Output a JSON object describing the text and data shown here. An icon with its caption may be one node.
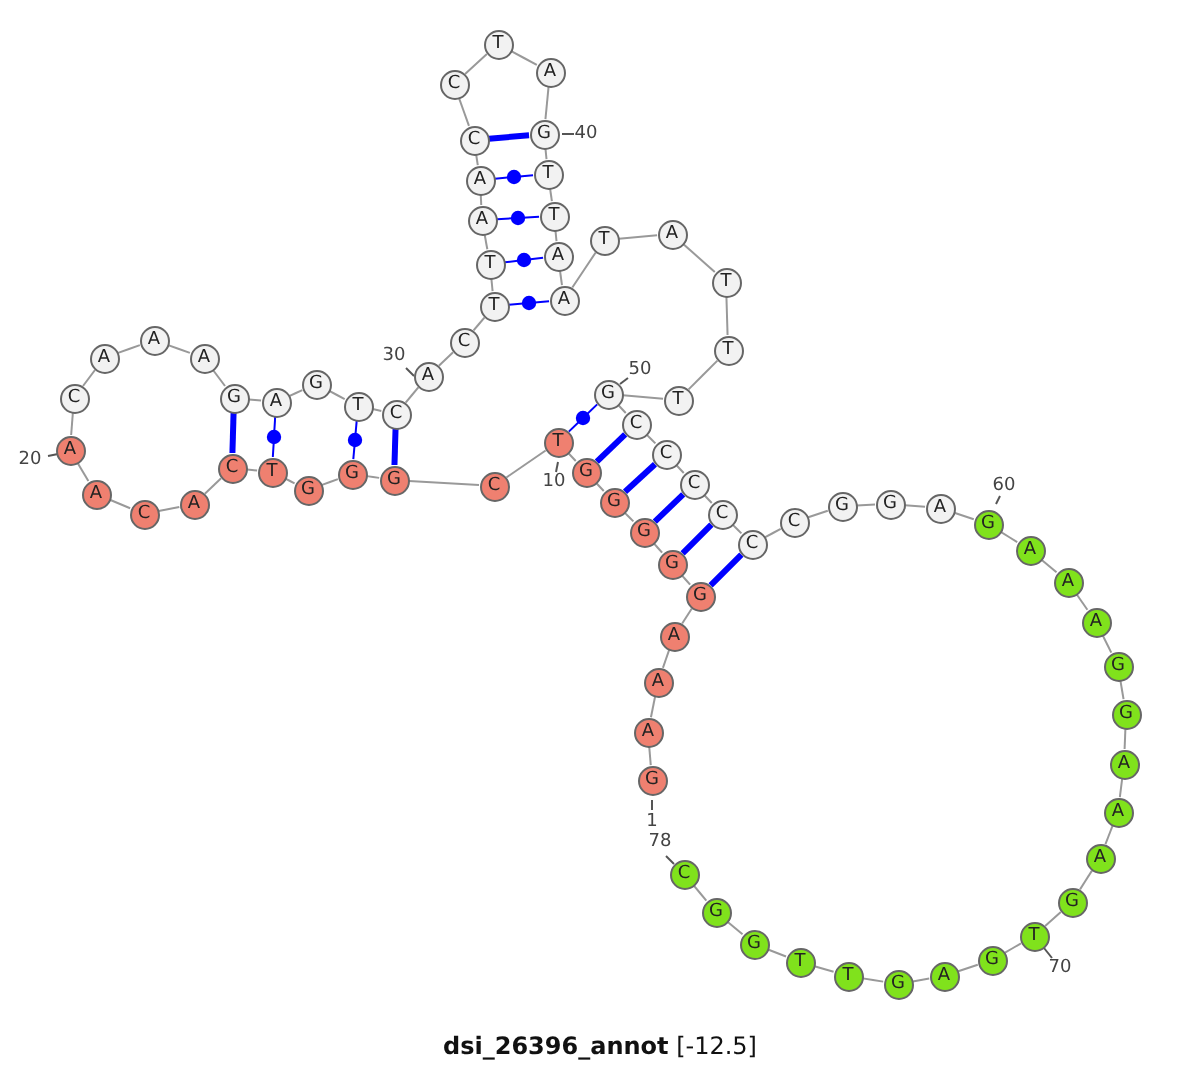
{
  "diagram": {
    "title": "**dsi_26396_annot** [-12.5]",
    "nodes": [
      {
        "text": [
          "G"
        ],
        "beside": [
          "1"
        ]
      },
      {
        "text": [
          "A"
        ]
      },
      {
        "text": [
          "A"
        ]
      },
      {
        "text": [
          "A"
        ]
      },
      {
        "text": [
          "G"
        ]
      },
      {
        "text": [
          "G"
        ]
      },
      {
        "text": [
          "G"
        ]
      },
      {
        "text": [
          "G"
        ]
      },
      {
        "text": [
          "G"
        ]
      },
      {
        "text": [
          "T"
        ],
        "beside": [
          "10"
        ]
      },
      {
        "text": [
          "C"
        ]
      },
      {
        "text": [
          "G"
        ]
      },
      {
        "text": [
          "G"
        ]
      },
      {
        "text": [
          "G"
        ]
      },
      {
        "text": [
          "T"
        ]
      },
      {
        "text": [
          "C"
        ]
      },
      {
        "text": [
          "A"
        ]
      },
      {
        "text": [
          "C"
        ]
      },
      {
        "text": [
          "A"
        ]
      },
      {
        "text": [
          "A"
        ],
        "beside": [
          "20"
        ]
      },
      {
        "text": [
          "C"
        ]
      },
      {
        "text": [
          "A"
        ]
      },
      {
        "text": [
          "A"
        ]
      },
      {
        "text": [
          "A"
        ]
      },
      {
        "text": [
          "G"
        ]
      },
      {
        "text": [
          "A"
        ]
      },
      {
        "text": [
          "G"
        ]
      },
      {
        "text": [
          "T"
        ]
      },
      {
        "text": [
          "C"
        ]
      },
      {
        "text": [
          "A"
        ],
        "beside": [
          "30"
        ]
      },
      {
        "text": [
          "C"
        ]
      },
      {
        "text": [
          "T"
        ]
      },
      {
        "text": [
          "T"
        ]
      },
      {
        "text": [
          "A"
        ]
      },
      {
        "text": [
          "A"
        ]
      },
      {
        "text": [
          "C"
        ]
      },
      {
        "text": [
          "C"
        ]
      },
      {
        "text": [
          "T"
        ]
      },
      {
        "text": [
          "A"
        ]
      },
      {
        "text": [
          "G"
        ],
        "beside": [
          "40"
        ]
      },
      {
        "text": [
          "T"
        ]
      },
      {
        "text": [
          "T"
        ]
      },
      {
        "text": [
          "A"
        ]
      },
      {
        "text": [
          "A"
        ]
      },
      {
        "text": [
          "T"
        ]
      },
      {
        "text": [
          "A"
        ]
      },
      {
        "text": [
          "T"
        ]
      },
      {
        "text": [
          "T"
        ]
      },
      {
        "text": [
          "T"
        ]
      },
      {
        "text": [
          "G"
        ],
        "beside": [
          "50"
        ]
      },
      {
        "text": [
          "C"
        ]
      },
      {
        "text": [
          "C"
        ]
      },
      {
        "text": [
          "C"
        ]
      },
      {
        "text": [
          "C"
        ]
      },
      {
        "text": [
          "C"
        ]
      },
      {
        "text": [
          "C"
        ]
      },
      {
        "text": [
          "G"
        ]
      },
      {
        "text": [
          "G"
        ]
      },
      {
        "text": [
          "A"
        ]
      },
      {
        "text": [
          "G"
        ],
        "beside": [
          "60"
        ]
      },
      {
        "text": [
          "A"
        ]
      },
      {
        "text": [
          "A"
        ]
      },
      {
        "text": [
          "A"
        ]
      },
      {
        "text": [
          "G"
        ]
      },
      {
        "text": [
          "G"
        ]
      },
      {
        "text": [
          "A"
        ]
      },
      {
        "text": [
          "A"
        ]
      },
      {
        "text": [
          "A"
        ]
      },
      {
        "text": [
          "G"
        ]
      },
      {
        "text": [
          "T"
        ],
        "beside": [
          "70"
        ]
      },
      {
        "text": [
          "G"
        ]
      },
      {
        "text": [
          "A"
        ]
      },
      {
        "text": [
          "G"
        ]
      },
      {
        "text": [
          "T"
        ]
      },
      {
        "text": [
          "T"
        ]
      },
      {
        "text": [
          "G"
        ]
      },
      {
        "text": [
          "G"
        ]
      },
      {
        "text": [
          "C"
        ],
        "beside": [
          "78"
        ]
      }
    ],
    "edges": [
      {
        "from": 0,
        "to": 1,
        "arrow": "none"
      },
      {
        "from": 1,
        "to": 2,
        "arrow": "none"
      },
      {
        "from": 2,
        "to": 3,
        "arrow": "none"
      },
      {
        "from": 3,
        "to": 4,
        "arrow": "none"
      },
      {
        "from": 4,
        "to": 5,
        "arrow": "none"
      },
      {
        "from": 5,
        "to": 6,
        "arrow": "none"
      },
      {
        "from": 6,
        "to": 7,
        "arrow": "none"
      },
      {
        "from": 7,
        "to": 8,
        "arrow": "none"
      },
      {
        "from": 8,
        "to": 9,
        "arrow": "none"
      },
      {
        "from": 9,
        "to": 10,
        "arrow": "none"
      },
      {
        "from": 10,
        "to": 11,
        "arrow": "none"
      },
      {
        "from": 11,
        "to": 12,
        "arrow": "none"
      },
      {
        "from": 12,
        "to": 13,
        "arrow": "none"
      },
      {
        "from": 13,
        "to": 14,
        "arrow": "none"
      },
      {
        "from": 14,
        "to": 15,
        "arrow": "none"
      },
      {
        "from": 15,
        "to": 16,
        "arrow": "none"
      },
      {
        "from": 16,
        "to": 17,
        "arrow": "none"
      },
      {
        "from": 17,
        "to": 18,
        "arrow": "none"
      },
      {
        "from": 18,
        "to": 19,
        "arrow": "none"
      },
      {
        "from": 19,
        "to": 20,
        "arrow": "none"
      },
      {
        "from": 20,
        "to": 21,
        "arrow": "none"
      },
      {
        "from": 21,
        "to": 22,
        "arrow": "none"
      },
      {
        "from": 22,
        "to": 23,
        "arrow": "none"
      },
      {
        "from": 23,
        "to": 24,
        "arrow": "none"
      },
      {
        "from": 24,
        "to": 25,
        "arrow": "none"
      },
      {
        "from": 25,
        "to": 26,
        "arrow": "none"
      },
      {
        "from": 26,
        "to": 27,
        "arrow": "none"
      },
      {
        "from": 27,
        "to": 28,
        "arrow": "none"
      },
      {
        "from": 28,
        "to": 29,
        "arrow": "none"
      },
      {
        "from": 29,
        "to": 30,
        "arrow": "none"
      },
      {
        "from": 30,
        "to": 31,
        "arrow": "none"
      },
      {
        "from": 31,
        "to": 32,
        "arrow": "none"
      },
      {
        "from": 32,
        "to": 33,
        "arrow": "none"
      },
      {
        "from": 33,
        "to": 34,
        "arrow": "none"
      },
      {
        "from": 34,
        "to": 35,
        "arrow": "none"
      },
      {
        "from": 35,
        "to": 36,
        "arrow": "none"
      },
      {
        "from": 36,
        "to": 37,
        "arrow": "none"
      },
      {
        "from": 37,
        "to": 38,
        "arrow": "none"
      },
      {
        "from": 38,
        "to": 39,
        "arrow": "none"
      },
      {
        "from": 39,
        "to": 40,
        "arrow": "none"
      },
      {
        "from": 40,
        "to": 41,
        "arrow": "none"
      },
      {
        "from": 41,
        "to": 42,
        "arrow": "none"
      },
      {
        "from": 42,
        "to": 43,
        "arrow": "none"
      },
      {
        "from": 43,
        "to": 44,
        "arrow": "none"
      },
      {
        "from": 44,
        "to": 45,
        "arrow": "none"
      },
      {
        "from": 45,
        "to": 46,
        "arrow": "none"
      },
      {
        "from": 46,
        "to": 47,
        "arrow": "none"
      },
      {
        "from": 47,
        "to": 48,
        "arrow": "none"
      },
      {
        "from": 48,
        "to": 49,
        "arrow": "none"
      },
      {
        "from": 49,
        "to": 50,
        "arrow": "none"
      },
      {
        "from": 50,
        "to": 51,
        "arrow": "none"
      },
      {
        "from": 51,
        "to": 52,
        "arrow": "none"
      },
      {
        "from": 52,
        "to": 53,
        "arrow": "none"
      },
      {
        "from": 53,
        "to": 54,
        "arrow": "none"
      },
      {
        "from": 54,
        "to": 55,
        "arrow": "none"
      },
      {
        "from": 55,
        "to": 56,
        "arrow": "none"
      },
      {
        "from": 56,
        "to": 57,
        "arrow": "none"
      },
      {
        "from": 57,
        "to": 58,
        "arrow": "none"
      },
      {
        "from": 58,
        "to": 59,
        "arrow": "none"
      },
      {
        "from": 59,
        "to": 60,
        "arrow": "none"
      },
      {
        "from": 60,
        "to": 61,
        "arrow": "none"
      },
      {
        "from": 61,
        "to": 62,
        "arrow": "none"
      },
      {
        "from": 62,
        "to": 63,
        "arrow": "none"
      },
      {
        "from": 63,
        "to": 64,
        "arrow": "none"
      },
      {
        "from": 64,
        "to": 65,
        "arrow": "none"
      },
      {
        "from": 65,
        "to": 66,
        "arrow": "none"
      },
      {
        "from": 66,
        "to": 67,
        "arrow": "none"
      },
      {
        "from": 67,
        "to": 68,
        "arrow": "none"
      },
      {
        "from": 68,
        "to": 69,
        "arrow": "none"
      },
      {
        "from": 69,
        "to": 70,
        "arrow": "none"
      },
      {
        "from": 70,
        "to": 71,
        "arrow": "none"
      },
      {
        "from": 71,
        "to": 72,
        "arrow": "none"
      },
      {
        "from": 72,
        "to": 73,
        "arrow": "none"
      },
      {
        "from": 73,
        "to": 74,
        "arrow": "none"
      },
      {
        "from": 74,
        "to": 75,
        "arrow": "none"
      },
      {
        "from": 75,
        "to": 76,
        "arrow": "none"
      },
      {
        "from": 76,
        "to": 77,
        "arrow": "none"
      },
      {
        "from": 4,
        "to": 54,
        "arrow": "none",
        "style": "thick",
        "color": "#0000ff"
      },
      {
        "from": 5,
        "to": 53,
        "arrow": "none",
        "style": "thick",
        "color": "#0000ff"
      },
      {
        "from": 6,
        "to": 52,
        "arrow": "none",
        "style": "thick",
        "color": "#0000ff"
      },
      {
        "from": 7,
        "to": 51,
        "arrow": "none",
        "style": "thick",
        "color": "#0000ff"
      },
      {
        "from": 8,
        "to": 50,
        "arrow": "none",
        "style": "thick",
        "color": "#0000ff"
      },
      {
        "from": 9,
        "to": 49,
        "arrow": "none",
        "color": "#0000ff"
      },
      {
        "from": 11,
        "to": 28,
        "arrow": "none",
        "style": "thick",
        "color": "#0000ff"
      },
      {
        "from": 12,
        "to": 27,
        "arrow": "none",
        "color": "#0000ff"
      },
      {
        "from": 14,
        "to": 25,
        "arrow": "none",
        "color": "#0000ff"
      },
      {
        "from": 15,
        "to": 24,
        "arrow": "none",
        "style": "thick",
        "color": "#0000ff"
      },
      {
        "from": 31,
        "to": 43,
        "arrow": "none",
        "color": "#0000ff"
      },
      {
        "from": 32,
        "to": 42,
        "arrow": "none",
        "color": "#0000ff"
      },
      {
        "from": 33,
        "to": 41,
        "arrow": "none",
        "color": "#0000ff"
      },
      {
        "from": 34,
        "to": 40,
        "arrow": "none",
        "color": "#0000ff"
      },
      {
        "from": 35,
        "to": 39,
        "arrow": "none",
        "style": "thick",
        "color": "#0000ff"
      }
    ]
  }
}
